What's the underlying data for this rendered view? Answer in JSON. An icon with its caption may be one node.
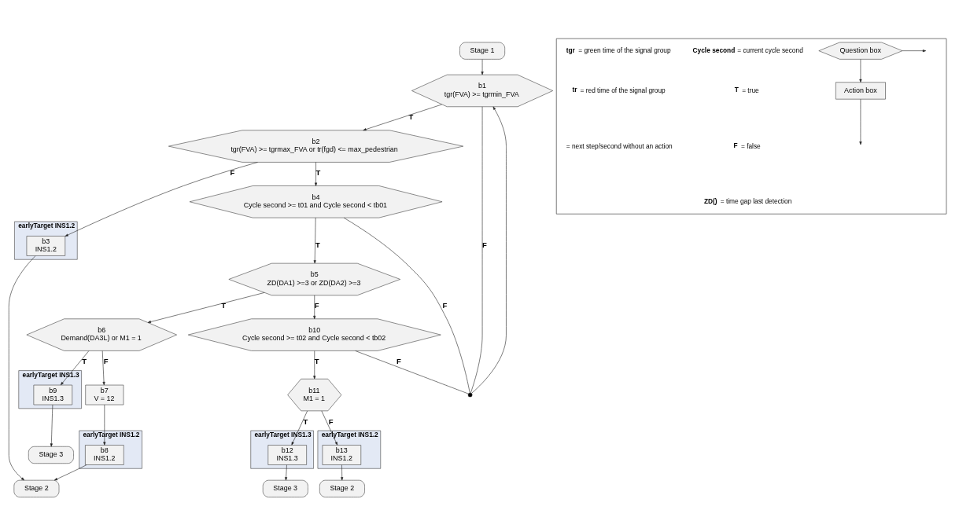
{
  "diagram": {
    "nodes": [
      {
        "text": [
          "Stage 1"
        ]
      },
      {
        "text": [
          "b1",
          "tgr(FVA) >= tgrmin_FVA"
        ]
      },
      {
        "text": [
          "b2",
          "tgr(FVA) >= tgrmax_FVA or tr(fgd) <= max_pedestrian"
        ]
      },
      {
        "text": [
          "b4",
          "Cycle second >= t01 and Cycle second < tb01"
        ]
      },
      {
        "text": [
          "b5",
          "ZD(DA1) >=3 or ZD(DA2) >=3"
        ]
      },
      {
        "text": [
          "b10",
          "Cycle second >= t02 and Cycle second < tb02"
        ]
      },
      {
        "text": [
          "b11",
          "M1 = 1"
        ]
      },
      {
        "text": [
          "earlyTarget INS1.3"
        ]
      },
      {
        "text": [
          "b12",
          "INS1.3"
        ],
        "in": 7
      },
      {
        "text": [
          "b6",
          "Demand(DA3L) or M1 = 1"
        ]
      },
      {
        "text": [
          "b7",
          "V = 12"
        ]
      },
      {
        "text": [
          "earlyTarget INS1.2"
        ]
      },
      {
        "text": [
          "b3",
          "INS1.2"
        ],
        "in": 11
      },
      {
        "text": [
          "earlyTarget INS1.2"
        ]
      },
      {
        "text": [
          "b8",
          "INS1.2"
        ],
        "in": 13
      },
      {
        "text": [
          "earlyTarget INS1.3"
        ]
      },
      {
        "text": [
          "b9",
          "INS1.3"
        ],
        "in": 15
      },
      {
        "text": [
          "earlyTarget INS1.2"
        ]
      },
      {
        "text": [
          "b13",
          "INS1.2"
        ],
        "in": 17
      },
      {
        "text": [
          "Stage 2"
        ]
      },
      {
        "text": [
          "Stage 3"
        ]
      },
      {
        "text": [
          "Stage 2"
        ]
      },
      {
        "text": [
          "Stage 3"
        ]
      },
      {
        "text": [],
        "shape": "circle"
      },
      {
        "text": [],
        "shape": "box"
      },
      {
        "text": [
          "Question box"
        ],
        "in": 24
      },
      {
        "text": [
          "Action box"
        ],
        "in": 24
      }
    ],
    "edges": [
      {
        "from": 0,
        "to": 1,
        "arrow": "to"
      },
      {
        "from": 1,
        "to": 2,
        "label": "T",
        "arrow": "to"
      },
      {
        "from": 1,
        "to": 23,
        "label": "F",
        "arrow": "none"
      },
      {
        "from": 2,
        "to": 3,
        "label": "T",
        "arrow": "to"
      },
      {
        "from": 2,
        "to": 12,
        "label": "F",
        "arrow": "to"
      },
      {
        "from": 3,
        "to": 4,
        "label": "T",
        "arrow": "to"
      },
      {
        "from": 3,
        "to": 23,
        "label": "F",
        "arrow": "none"
      },
      {
        "from": 4,
        "to": 5,
        "label": "F",
        "arrow": "to"
      },
      {
        "from": 4,
        "to": 9,
        "label": "T",
        "arrow": "to"
      },
      {
        "from": 5,
        "to": 6,
        "label": "T",
        "arrow": "to"
      },
      {
        "from": 5,
        "to": 23,
        "label": "F",
        "arrow": "none"
      },
      {
        "from": 23,
        "to": 1,
        "arrow": "to"
      },
      {
        "from": 6,
        "to": 8,
        "label": "T",
        "arrow": "to"
      },
      {
        "from": 6,
        "to": 18,
        "label": "F",
        "arrow": "to"
      },
      {
        "from": 9,
        "to": 16,
        "label": "T",
        "arrow": "to"
      },
      {
        "from": 9,
        "to": 10,
        "label": "F",
        "arrow": "to"
      },
      {
        "from": 10,
        "to": 14,
        "arrow": "to"
      },
      {
        "from": 12,
        "to": 19,
        "arrow": "to"
      },
      {
        "from": 14,
        "to": 19,
        "arrow": "to"
      },
      {
        "from": 16,
        "to": 20,
        "arrow": "to"
      },
      {
        "from": 18,
        "to": 21,
        "arrow": "to"
      },
      {
        "from": 8,
        "to": 22,
        "arrow": "to"
      },
      {
        "from": 25,
        "to": null,
        "arrow": "to"
      },
      {
        "from": 25,
        "to": 26,
        "arrow": "to"
      },
      {
        "from": 26,
        "to": null,
        "arrow": "to"
      }
    ],
    "labels": [
      "**Cycle second** = current cycle second",
      "**tgr** = green time of the signal group",
      "**T** = true",
      "**tr** = red time of the signal group",
      "**F** = false",
      "= next step/second without an action",
      "**ZD()** = time gap last detection"
    ]
  }
}
